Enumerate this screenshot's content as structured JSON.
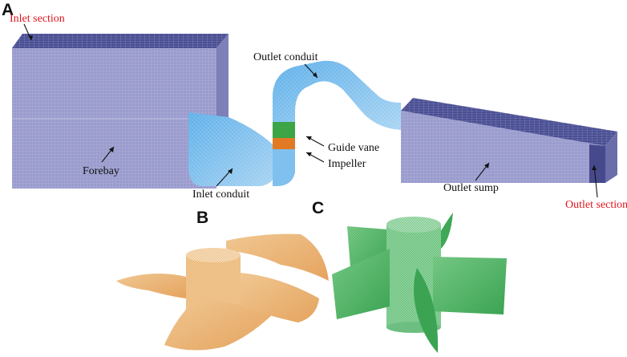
{
  "panels": {
    "a": "A",
    "b": "B",
    "c": "C"
  },
  "labels": {
    "inlet_section": "Inlet section",
    "outlet_conduit": "Outlet conduit",
    "guide_vane": "Guide vane",
    "impeller": "Impeller",
    "forebay": "Forebay",
    "inlet_conduit": "Inlet conduit",
    "outlet_sump": "Outlet sump",
    "outlet_section": "Outlet section"
  },
  "colors": {
    "mesh_top": "#4a4f94",
    "mesh_side": "#8d8fc6",
    "conduit": "#6bb8ea",
    "guide_vane": "#3faa48",
    "impeller": "#e47a22",
    "impeller_blade": "#efc28c",
    "guide_vane_blade": "#63c076",
    "section_label": "#e0141c"
  }
}
